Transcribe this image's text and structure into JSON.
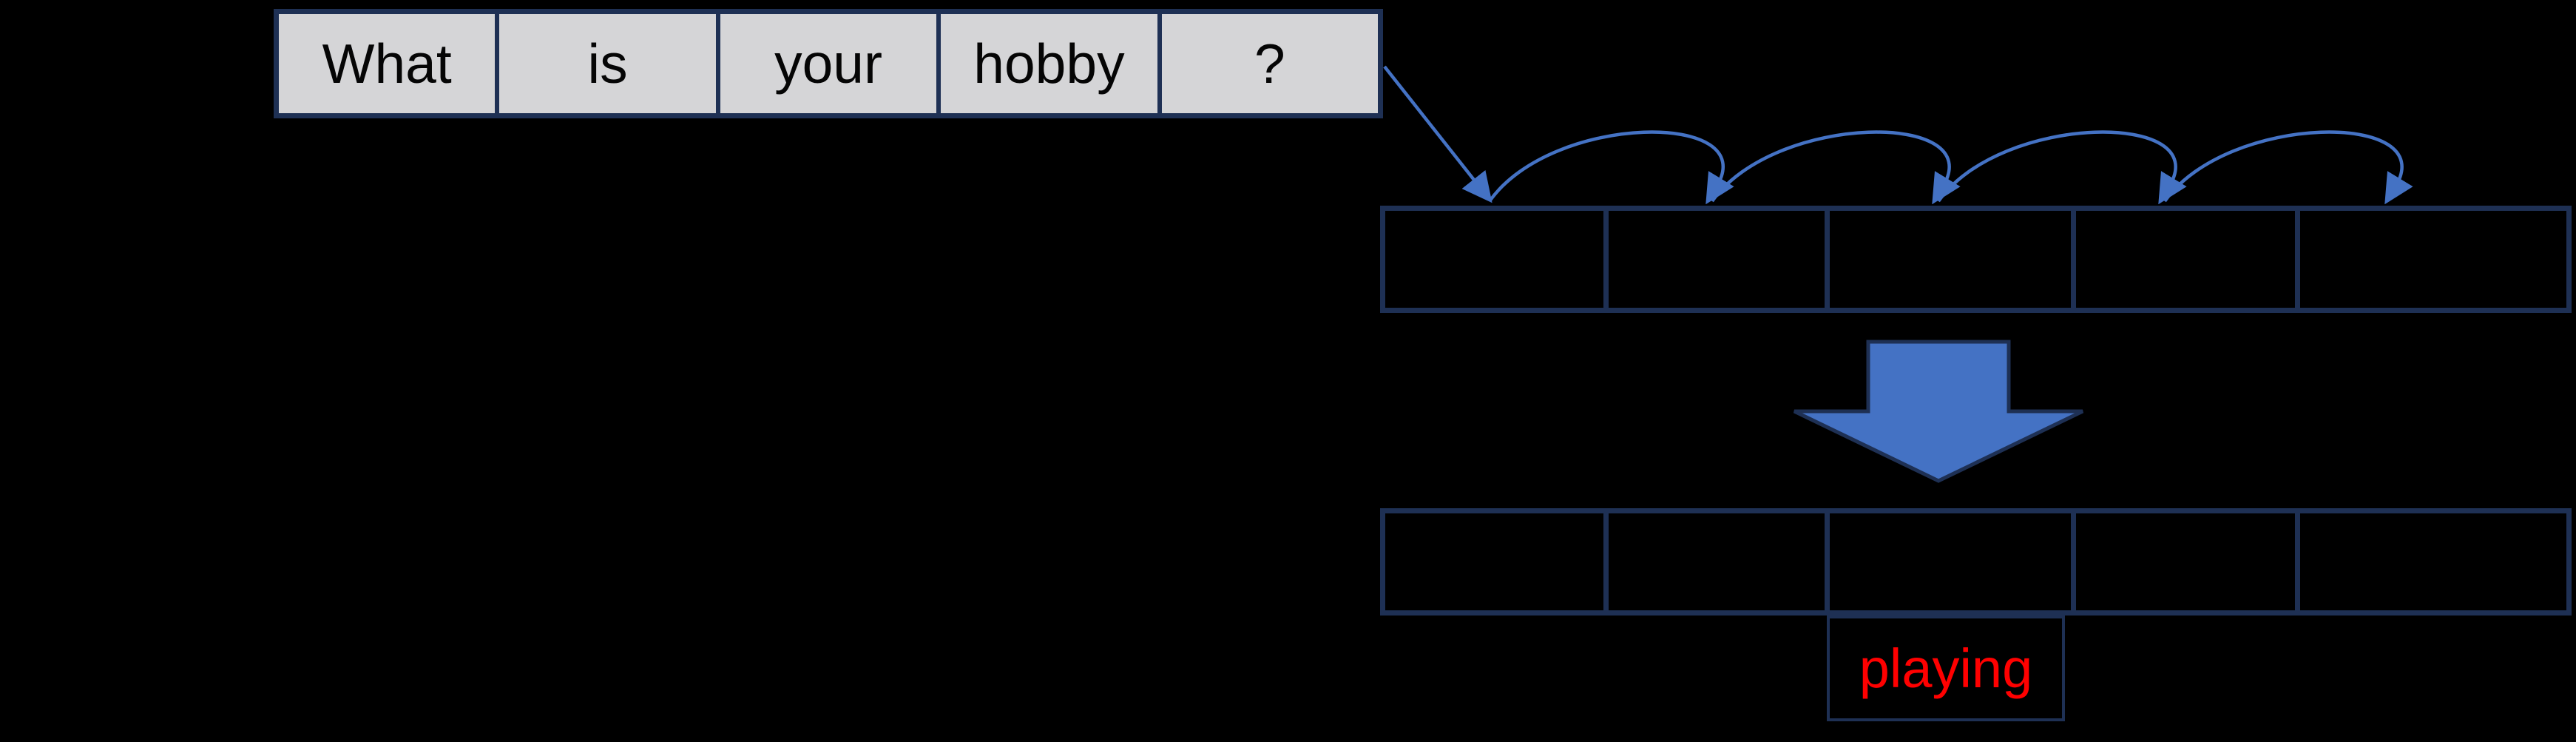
{
  "diagram": {
    "background_color": "#000000",
    "sentence_row": {
      "fill_color": "#d5d5d7",
      "border_color": "#1e3054",
      "text_color": "#000000",
      "cells": [
        "What",
        "is",
        "your",
        "hobby",
        "?"
      ]
    },
    "middle_row": {
      "border_color": "#1e3054",
      "cells": [
        "",
        "",
        "",
        "",
        ""
      ]
    },
    "bottom_row": {
      "border_color": "#1e3054",
      "cells": [
        "",
        "",
        "",
        "",
        ""
      ]
    },
    "output_cell": {
      "label": "playing",
      "text_color": "#ff0000",
      "border_color": "#1e3054"
    },
    "arrows": {
      "color": "#4472c4",
      "big_arrow_fill": "#4472c4",
      "big_arrow_outline": "#1e3054",
      "hop_arc_count": 4
    }
  }
}
